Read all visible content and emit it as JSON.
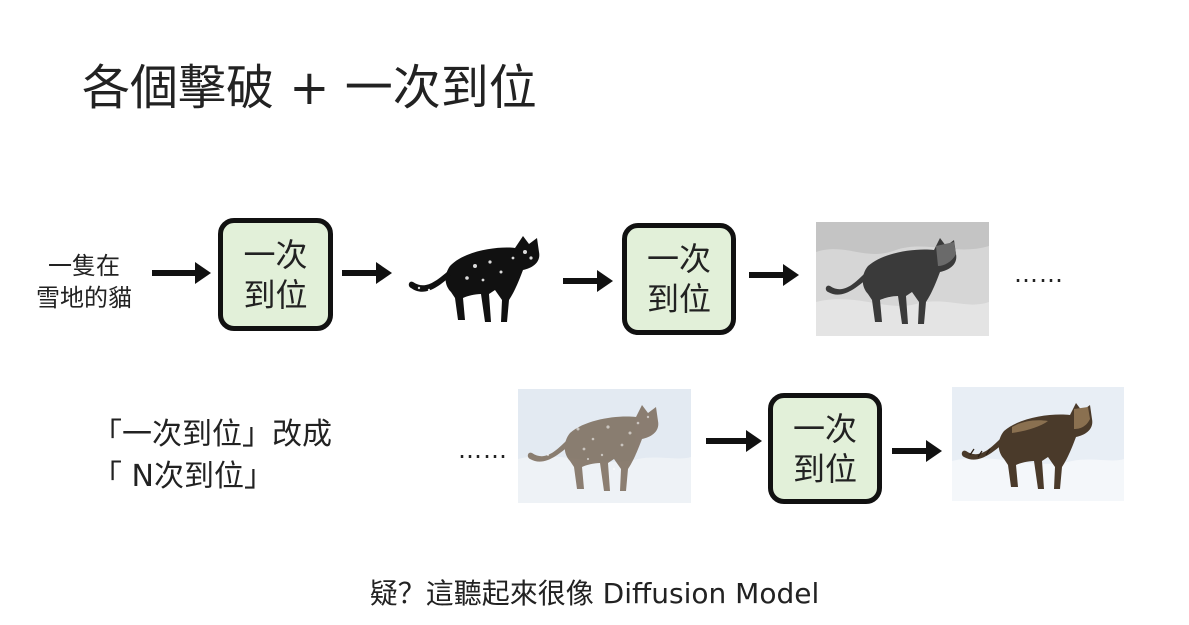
{
  "title": "各個擊破 + 一次到位",
  "input_prompt": {
    "line1": "一隻在",
    "line2": "雪地的貓"
  },
  "model_box": {
    "line1": "一次",
    "line2": "到位"
  },
  "ellipsis": "……",
  "note": {
    "line1": "「一次到位」改成",
    "line2": "「 N次到位」"
  },
  "bottom_caption": "疑？這聽起來很像 Diffusion Model"
}
